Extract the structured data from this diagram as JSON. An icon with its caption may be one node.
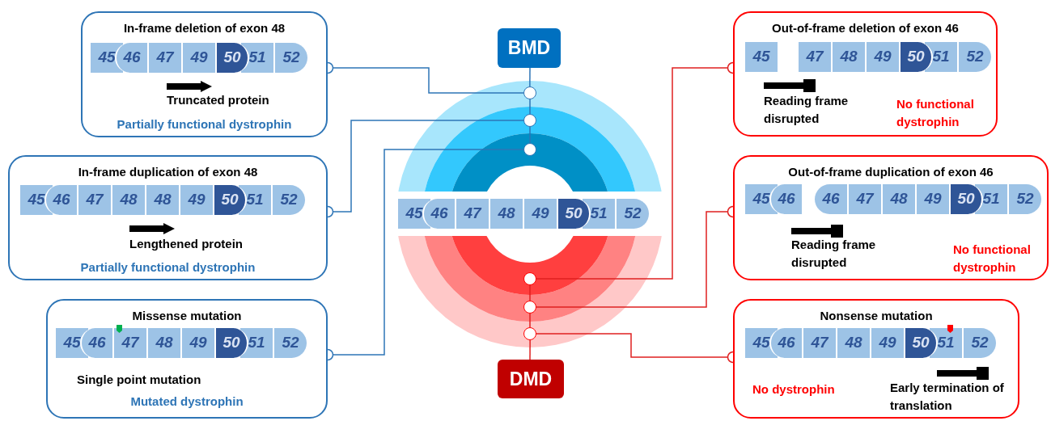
{
  "diagram": {
    "nodes": [
      {
        "text": [
          "BMD"
        ]
      },
      {
        "text": [
          "DMD"
        ]
      },
      {
        "text": [],
        "shape": "circle"
      },
      {
        "text": [],
        "shape": "circle"
      },
      {
        "text": [],
        "shape": "circle"
      },
      {
        "text": [],
        "shape": "circle"
      },
      {
        "text": [],
        "shape": "circle"
      },
      {
        "text": [],
        "shape": "circle"
      },
      {
        "text": [
          "45"
        ]
      },
      {
        "text": [
          "46"
        ]
      },
      {
        "text": [
          "47"
        ]
      },
      {
        "text": [
          "48"
        ]
      },
      {
        "text": [
          "49"
        ]
      },
      {
        "text": [
          "50"
        ]
      },
      {
        "text": [
          "51"
        ]
      },
      {
        "text": [
          "52"
        ]
      },
      {
        "text": [
          "In-frame deletion of exon 48",
          "Truncated protein",
          "Partially functional dystrophin"
        ]
      },
      {
        "text": [
          "45"
        ],
        "in": 16
      },
      {
        "text": [
          "46"
        ],
        "in": 16
      },
      {
        "text": [
          "47"
        ],
        "in": 16
      },
      {
        "text": [
          "49"
        ],
        "in": 16
      },
      {
        "text": [
          "50"
        ],
        "in": 16
      },
      {
        "text": [
          "51"
        ],
        "in": 16
      },
      {
        "text": [
          "52"
        ],
        "in": 16
      },
      {
        "text": [
          "In-frame duplication of exon 48",
          "Lengthened protein",
          "Partially functional dystrophin"
        ]
      },
      {
        "text": [
          "45"
        ],
        "in": 24
      },
      {
        "text": [
          "46"
        ],
        "in": 24
      },
      {
        "text": [
          "47"
        ],
        "in": 24
      },
      {
        "text": [
          "48"
        ],
        "in": 24
      },
      {
        "text": [
          "48"
        ],
        "in": 24
      },
      {
        "text": [
          "49"
        ],
        "in": 24
      },
      {
        "text": [
          "50"
        ],
        "in": 24
      },
      {
        "text": [
          "51"
        ],
        "in": 24
      },
      {
        "text": [
          "52"
        ],
        "in": 24
      },
      {
        "text": [
          "Missense mutation",
          "Single point mutation",
          "Mutated dystrophin"
        ]
      },
      {
        "text": [
          "45"
        ],
        "in": 34
      },
      {
        "text": [
          "46"
        ],
        "in": 34
      },
      {
        "text": [
          "47"
        ],
        "in": 34
      },
      {
        "text": [
          "48"
        ],
        "in": 34
      },
      {
        "text": [
          "49"
        ],
        "in": 34
      },
      {
        "text": [
          "50"
        ],
        "in": 34
      },
      {
        "text": [
          "51"
        ],
        "in": 34
      },
      {
        "text": [
          "52"
        ],
        "in": 34
      },
      {
        "text": [
          "Out-of-frame deletion of exon 46",
          "Reading frame disrupted",
          "No functional dystrophin"
        ]
      },
      {
        "text": [
          "45"
        ],
        "in": 43
      },
      {
        "text": [
          "47"
        ],
        "in": 43
      },
      {
        "text": [
          "48"
        ],
        "in": 43
      },
      {
        "text": [
          "49"
        ],
        "in": 43
      },
      {
        "text": [
          "50"
        ],
        "in": 43
      },
      {
        "text": [
          "51"
        ],
        "in": 43
      },
      {
        "text": [
          "52"
        ],
        "in": 43
      },
      {
        "text": [
          "Out-of-frame duplication of exon 46",
          "Reading frame disrupted",
          "No functional dystrophin"
        ]
      },
      {
        "text": [
          "45"
        ],
        "in": 51
      },
      {
        "text": [
          "46"
        ],
        "in": 51
      },
      {
        "text": [
          "46"
        ],
        "in": 51
      },
      {
        "text": [
          "47"
        ],
        "in": 51
      },
      {
        "text": [
          "48"
        ],
        "in": 51
      },
      {
        "text": [
          "49"
        ],
        "in": 51
      },
      {
        "text": [
          "50"
        ],
        "in": 51
      },
      {
        "text": [
          "51"
        ],
        "in": 51
      },
      {
        "text": [
          "52"
        ],
        "in": 51
      },
      {
        "text": [
          "Nonsense mutation",
          "No dystrophin",
          "Early termination of translation"
        ]
      },
      {
        "text": [
          "45"
        ],
        "in": 61
      },
      {
        "text": [
          "46"
        ],
        "in": 61
      },
      {
        "text": [
          "47"
        ],
        "in": 61
      },
      {
        "text": [
          "48"
        ],
        "in": 61
      },
      {
        "text": [
          "49"
        ],
        "in": 61
      },
      {
        "text": [
          "50"
        ],
        "in": 61
      },
      {
        "text": [
          "51"
        ],
        "in": 61
      },
      {
        "text": [
          "52"
        ],
        "in": 61
      }
    ],
    "edges": [
      {
        "from": 0,
        "to": 2,
        "arrow": "none"
      },
      {
        "from": 2,
        "to": 3,
        "arrow": "none"
      },
      {
        "from": 3,
        "to": 4,
        "arrow": "none"
      },
      {
        "from": 2,
        "to": 16,
        "arrow": "other"
      },
      {
        "from": 3,
        "to": 24,
        "arrow": "other"
      },
      {
        "from": 4,
        "to": 34,
        "arrow": "other"
      },
      {
        "from": 5,
        "to": 6,
        "arrow": "none",
        "color": "#e02020"
      },
      {
        "from": 6,
        "to": 7,
        "arrow": "none",
        "color": "#e02020"
      },
      {
        "from": 7,
        "to": 1,
        "arrow": "none",
        "color": "#e02020"
      },
      {
        "from": 5,
        "to": 43,
        "arrow": "other",
        "color": "#e02020"
      },
      {
        "from": 6,
        "to": 51,
        "arrow": "other",
        "color": "#e02020"
      },
      {
        "from": 7,
        "to": 61,
        "arrow": "other",
        "color": "#e02020"
      }
    ]
  }
}
